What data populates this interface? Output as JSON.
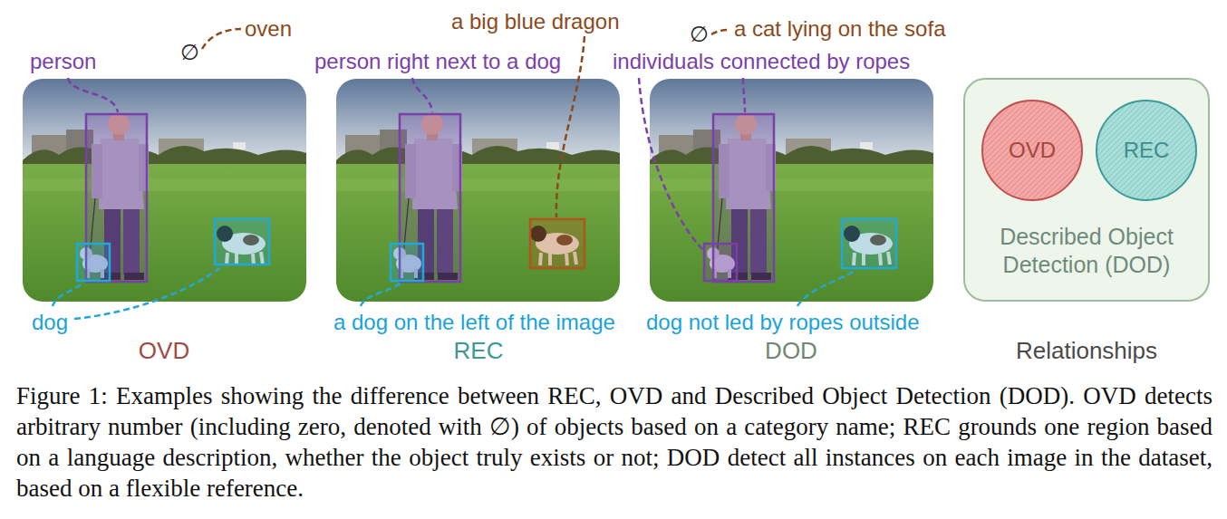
{
  "diagram": {
    "caption": "Figure 1: Examples showing the difference between REC, OVD and Described Object Detection (DOD). OVD detects arbitrary number (including zero, denoted with ∅) of objects based on a category name; REC grounds one region based on a language description, whether the object truly exists or not; DOD detect all instances on each image in the dataset, based on a flexible reference.",
    "nodes": [
      {
        "text": [
          "Described Object Detection (DOD)"
        ]
      },
      {
        "text": [
          "OVD"
        ],
        "in": 0
      },
      {
        "text": [
          "REC"
        ],
        "in": 0
      }
    ],
    "labels": [
      "oven",
      "∅",
      "person",
      "dog",
      "OVD",
      "a big blue dragon",
      "person right next to a dog",
      "a dog on the left of the image",
      "REC",
      "∅",
      "a cat lying on the sofa",
      "individuals connected by ropes",
      "dog not led by ropes outside",
      "DOD",
      "Relationships"
    ]
  }
}
